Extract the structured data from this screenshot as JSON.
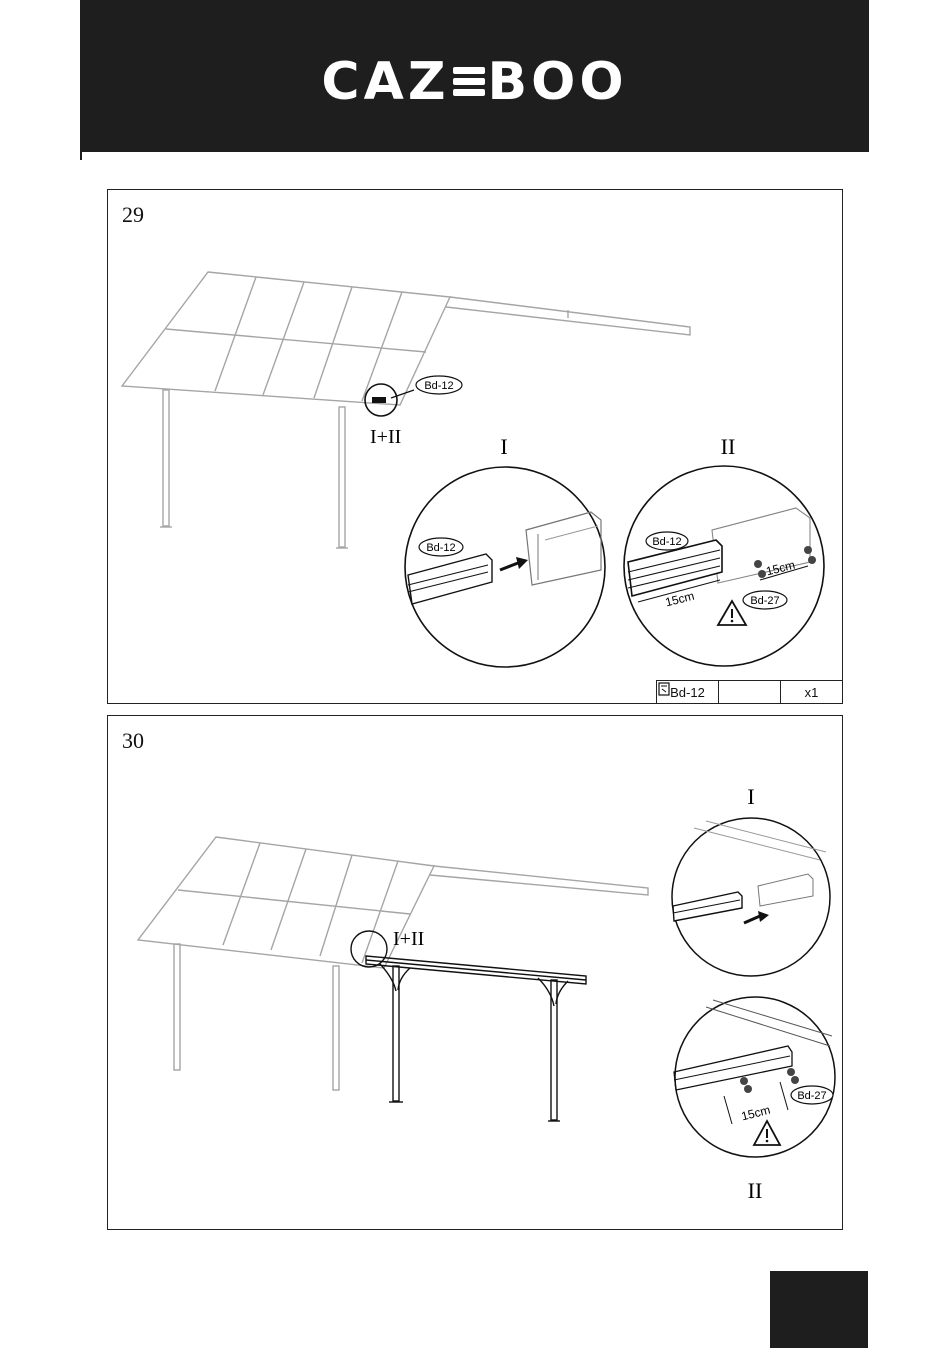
{
  "brand": {
    "logo_left": "CAZ",
    "logo_right": "BOO"
  },
  "steps": [
    {
      "number": "29",
      "callout_main": "I+II",
      "detail_I": "I",
      "detail_II": "II",
      "part_label": "Bd-12",
      "part_label_detail_I": "Bd-12",
      "part_label_detail_II": "Bd-12",
      "screw_label": "Bd-27",
      "measure_a": "15cm",
      "measure_b": "15cm",
      "parts_list": {
        "part": "Bd-12",
        "qty": "x1"
      }
    },
    {
      "number": "30",
      "callout_main": "I+II",
      "detail_I": "I",
      "detail_II": "II",
      "screw_label": "Bd-27",
      "measure": "15cm"
    }
  ],
  "colors": {
    "header_bg": "#1e1e1e",
    "line_light": "#9a9a9a",
    "line_dark": "#111111"
  }
}
